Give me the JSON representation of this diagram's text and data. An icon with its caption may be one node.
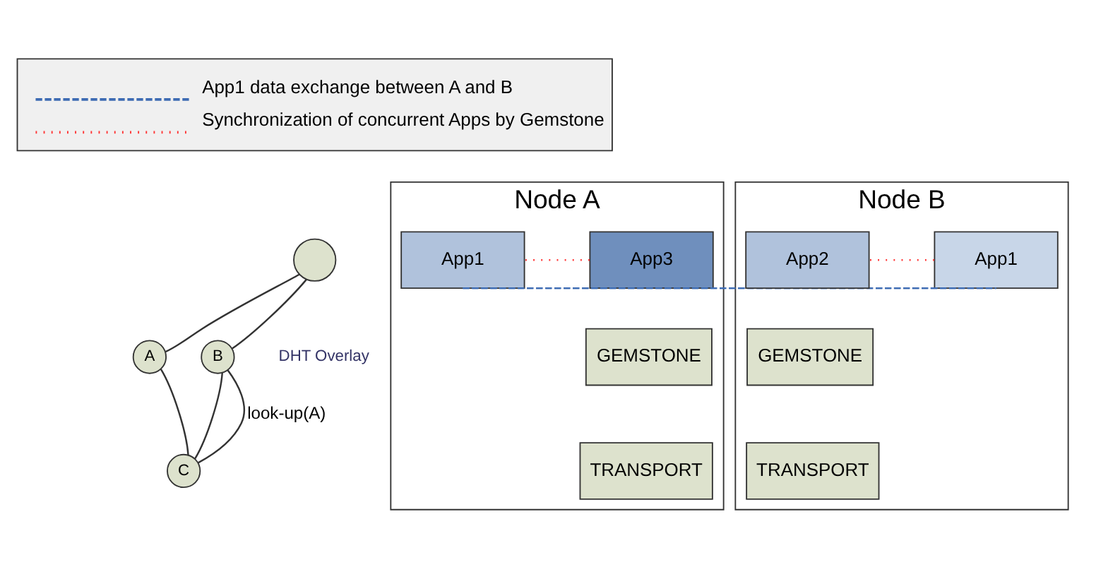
{
  "diagram": {
    "nodes": [
      {
        "text": [
          "Node A"
        ]
      },
      {
        "text": [
          "App3"
        ],
        "in": 0
      },
      {
        "text": [
          "App1"
        ],
        "in": 0
      },
      {
        "text": [
          "GEMSTONE"
        ],
        "in": 0
      },
      {
        "text": [
          "TRANSPORT"
        ],
        "in": 0
      },
      {
        "text": [],
        "shape": "circle"
      },
      {
        "text": [
          "A"
        ]
      },
      {
        "text": [
          "B"
        ]
      },
      {
        "text": [
          "C"
        ]
      },
      {
        "text": [
          "Node B"
        ]
      },
      {
        "text": [
          "App1"
        ],
        "in": 9
      },
      {
        "text": [
          "App2"
        ],
        "in": 9
      },
      {
        "text": [
          "GEMSTONE"
        ],
        "in": 9
      },
      {
        "text": [
          "TRANSPORT"
        ],
        "in": 9
      }
    ],
    "edges": [
      {
        "from": 5,
        "to": 7,
        "arrow": "none"
      },
      {
        "from": 7,
        "to": 8,
        "arrow": "none"
      },
      {
        "from": 8,
        "to": 6,
        "arrow": "none"
      },
      {
        "from": 6,
        "to": 5,
        "arrow": "none"
      },
      {
        "from": 7,
        "to": 8,
        "arrow": "none",
        "label": "look-up(A)"
      },
      {
        "from": 2,
        "to": 10,
        "arrow": "none",
        "style": "dashed",
        "color": "#3d6bb3"
      },
      {
        "from": 1,
        "to": 2,
        "arrow": "none",
        "style": "dashed",
        "color": "#ff3333"
      },
      {
        "from": 10,
        "to": 11,
        "arrow": "none",
        "style": "dashed",
        "color": "#ff3333"
      }
    ],
    "labels": [
      "DHT Overlay"
    ],
    "legend": [
      {
        "text": "App1 data exchange between A and B"
      },
      {
        "text": "Synchronization of concurrent Apps by Gemstone"
      }
    ]
  }
}
